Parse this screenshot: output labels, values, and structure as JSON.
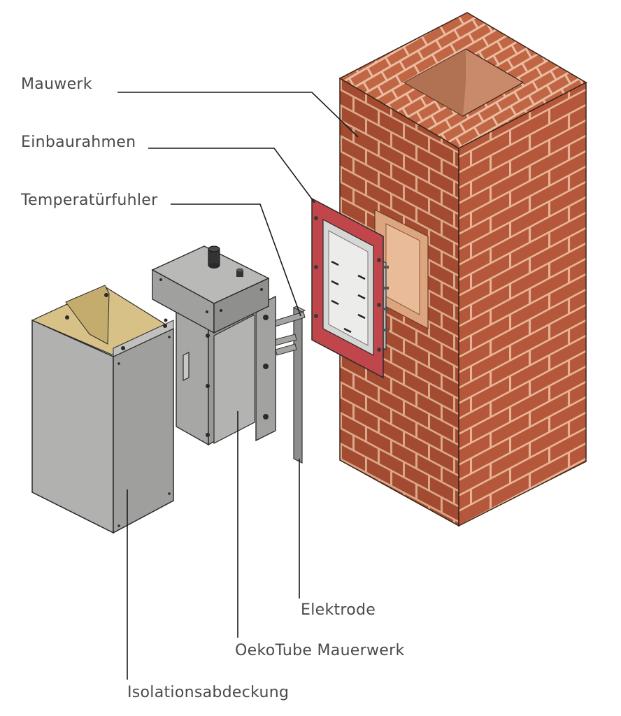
{
  "labels": {
    "mauwerk": "Mauwerk",
    "einbaurahmen": "Einbaurahmen",
    "temperaturfuhler": "Temperatürfuhler",
    "elektrode": "Elektrode",
    "oekotube": "OekoTube Mauerwerk",
    "isolation": "Isolationsabdeckung"
  },
  "colors": {
    "brick_front": "#b5573a",
    "brick_side": "#a24b31",
    "brick_top": "#c06645",
    "mortar": "#e7b596",
    "frame_red": "#c0464b",
    "metal_light": "#b7b7b5",
    "metal_mid": "#9c9c9a",
    "metal_dark": "#7e7e7c",
    "insulation": "#d8c187",
    "leader_line": "#1a1a1a",
    "label_text": "#4a4a4a"
  }
}
